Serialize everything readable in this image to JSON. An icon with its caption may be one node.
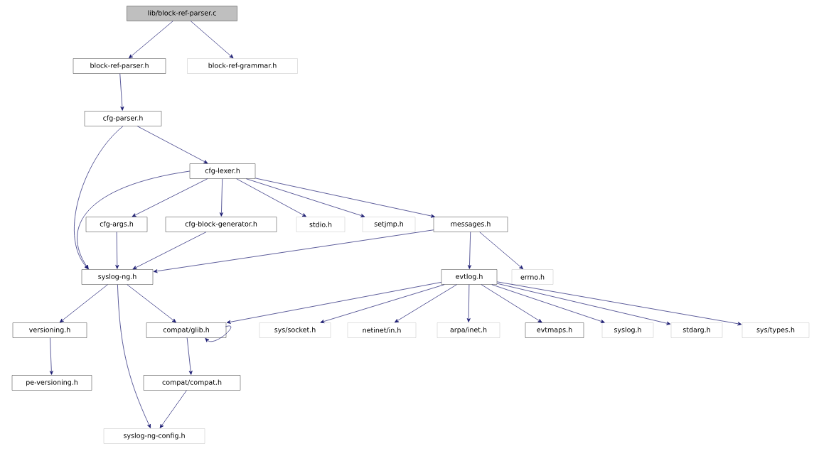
{
  "diagram": {
    "nodes": [
      {
        "text": [
          "lib/block-ref-parser.c"
        ]
      },
      {
        "text": [
          "block-ref-parser.h"
        ]
      },
      {
        "text": [
          "block-ref-grammar.h"
        ]
      },
      {
        "text": [
          "cfg-parser.h"
        ]
      },
      {
        "text": [
          "cfg-lexer.h"
        ]
      },
      {
        "text": [
          "cfg-args.h"
        ]
      },
      {
        "text": [
          "cfg-block-generator.h"
        ]
      },
      {
        "text": [
          "stdio.h"
        ]
      },
      {
        "text": [
          "setjmp.h"
        ]
      },
      {
        "text": [
          "messages.h"
        ]
      },
      {
        "text": [
          "syslog-ng.h"
        ]
      },
      {
        "text": [
          "evtlog.h"
        ]
      },
      {
        "text": [
          "errno.h"
        ]
      },
      {
        "text": [
          "versioning.h"
        ]
      },
      {
        "text": [
          "compat/glib.h"
        ]
      },
      {
        "text": [
          "sys/socket.h"
        ]
      },
      {
        "text": [
          "netinet/in.h"
        ]
      },
      {
        "text": [
          "arpa/inet.h"
        ]
      },
      {
        "text": [
          "evtmaps.h"
        ]
      },
      {
        "text": [
          "syslog.h"
        ]
      },
      {
        "text": [
          "stdarg.h"
        ]
      },
      {
        "text": [
          "sys/types.h"
        ]
      },
      {
        "text": [
          "pe-versioning.h"
        ]
      },
      {
        "text": [
          "compat/compat.h"
        ]
      },
      {
        "text": [
          "syslog-ng-config.h"
        ]
      }
    ],
    "edges": [
      {
        "from": 0,
        "to": 1,
        "arrow": "to"
      },
      {
        "from": 0,
        "to": 2,
        "arrow": "to"
      },
      {
        "from": 1,
        "to": 3,
        "arrow": "to"
      },
      {
        "from": 3,
        "to": 4,
        "arrow": "to"
      },
      {
        "from": 3,
        "to": 10,
        "arrow": "to"
      },
      {
        "from": 4,
        "to": 10,
        "arrow": "to"
      },
      {
        "from": 4,
        "to": 5,
        "arrow": "to"
      },
      {
        "from": 4,
        "to": 6,
        "arrow": "to"
      },
      {
        "from": 4,
        "to": 7,
        "arrow": "to"
      },
      {
        "from": 4,
        "to": 8,
        "arrow": "to"
      },
      {
        "from": 4,
        "to": 9,
        "arrow": "to"
      },
      {
        "from": 5,
        "to": 10,
        "arrow": "to"
      },
      {
        "from": 6,
        "to": 10,
        "arrow": "to"
      },
      {
        "from": 9,
        "to": 10,
        "arrow": "to"
      },
      {
        "from": 9,
        "to": 11,
        "arrow": "to"
      },
      {
        "from": 9,
        "to": 12,
        "arrow": "to"
      },
      {
        "from": 10,
        "to": 13,
        "arrow": "to"
      },
      {
        "from": 10,
        "to": 14,
        "arrow": "to"
      },
      {
        "from": 10,
        "to": 24,
        "arrow": "to"
      },
      {
        "from": 11,
        "to": 14,
        "arrow": "to"
      },
      {
        "from": 11,
        "to": 15,
        "arrow": "to"
      },
      {
        "from": 11,
        "to": 16,
        "arrow": "to"
      },
      {
        "from": 11,
        "to": 17,
        "arrow": "to"
      },
      {
        "from": 11,
        "to": 18,
        "arrow": "to"
      },
      {
        "from": 11,
        "to": 19,
        "arrow": "to"
      },
      {
        "from": 11,
        "to": 20,
        "arrow": "to"
      },
      {
        "from": 11,
        "to": 21,
        "arrow": "to"
      },
      {
        "from": 14,
        "to": 14,
        "arrow": "to"
      },
      {
        "from": 14,
        "to": 23,
        "arrow": "to"
      },
      {
        "from": 13,
        "to": 22,
        "arrow": "to"
      },
      {
        "from": 23,
        "to": 24,
        "arrow": "to"
      }
    ]
  }
}
